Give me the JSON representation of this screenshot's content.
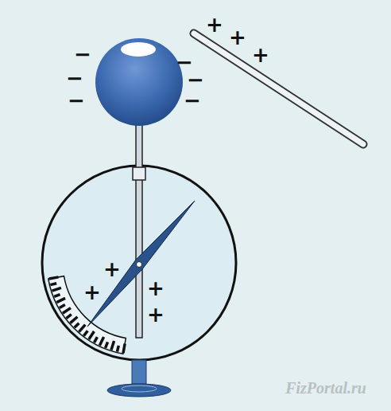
{
  "diagram": {
    "labels": [
      "+",
      "+",
      "+",
      "−",
      "−",
      "−",
      "−",
      "−",
      "−",
      "+",
      "+",
      "+",
      "+",
      "FizPortal.ru"
    ]
  }
}
